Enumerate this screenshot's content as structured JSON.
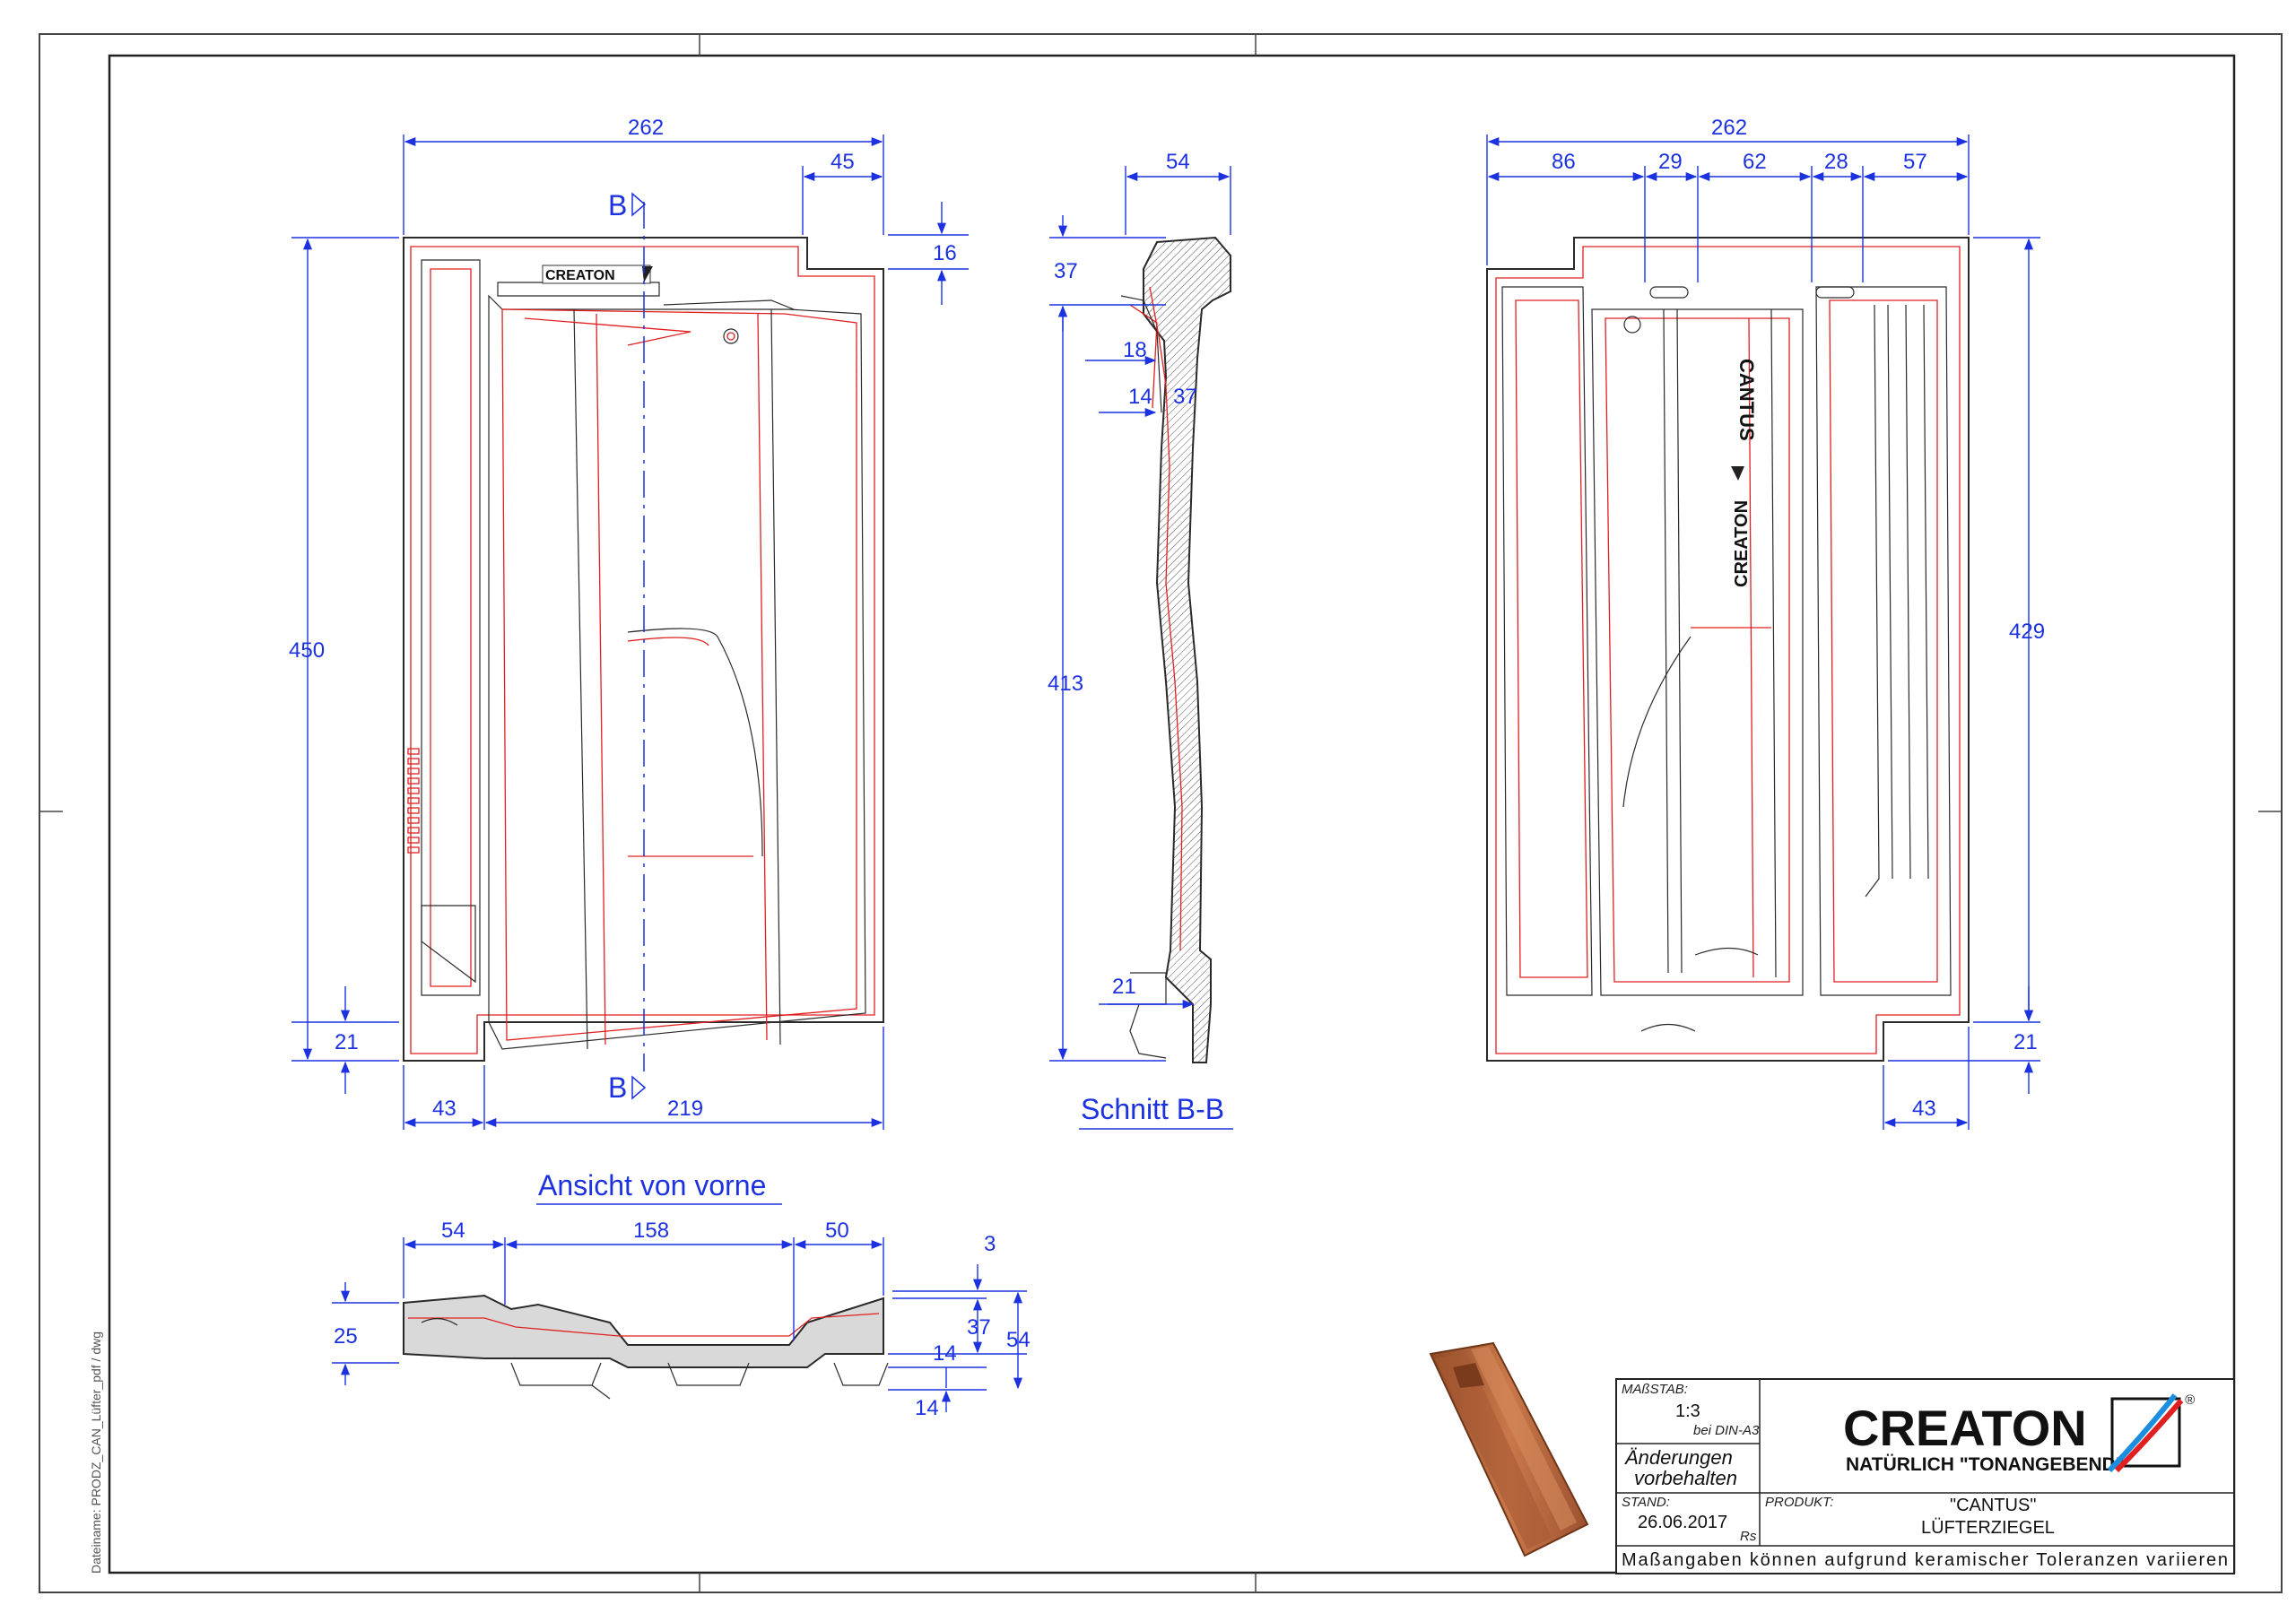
{
  "drawing": {
    "views": {
      "front_title": "Ansicht von vorne",
      "section_title": "Schnitt B-B",
      "section_marker": "B"
    },
    "dimensions": {
      "front_top_width": "262",
      "front_top_right": "45",
      "front_right_step": "16",
      "front_height": "450",
      "front_bottom_left": "21",
      "front_bottom_offset": "43",
      "front_bottom_width": "219",
      "section_top": "54",
      "section_37a": "37",
      "section_18": "18",
      "section_14": "14",
      "section_37b": "37",
      "section_height": "413",
      "section_21": "21",
      "back_top_width": "262",
      "back_86": "86",
      "back_29": "29",
      "back_62": "62",
      "back_28": "28",
      "back_57": "57",
      "back_height": "429",
      "back_21": "21",
      "back_43": "43",
      "end_54": "54",
      "end_158": "158",
      "end_50": "50",
      "end_3": "3",
      "end_25": "25",
      "end_37": "37",
      "end_54b": "54",
      "end_14a": "14",
      "end_14b": "14"
    },
    "tile_marks": {
      "logo": "CREATON",
      "model": "CANTUS"
    }
  },
  "title_block": {
    "scale_label": "MAßSTAB:",
    "scale_value": "1:3",
    "scale_sub": "bei DIN-A3",
    "changes_1": "Änderungen",
    "changes_2": "vorbehalten",
    "stand_label": "STAND:",
    "date": "26.06.2017",
    "author": "Rs",
    "product_label": "PRODUKT:",
    "product_name": "\"CANTUS\"",
    "product_type": "LÜFTERZIEGEL",
    "company": "CREATON",
    "slogan": "NATÜRLICH \"TONANGEBEND\"",
    "registered": "®",
    "footer": "Maßangaben können aufgrund keramischer Toleranzen variieren"
  },
  "side_text": "Dateiname: PRODZ_CAN_Lüfter_pdf / dwg",
  "colors": {
    "dimension": "#1c32e0",
    "contour": "#e02020",
    "outline": "#2a2a2a",
    "tile_terracotta": "#b5643a"
  }
}
